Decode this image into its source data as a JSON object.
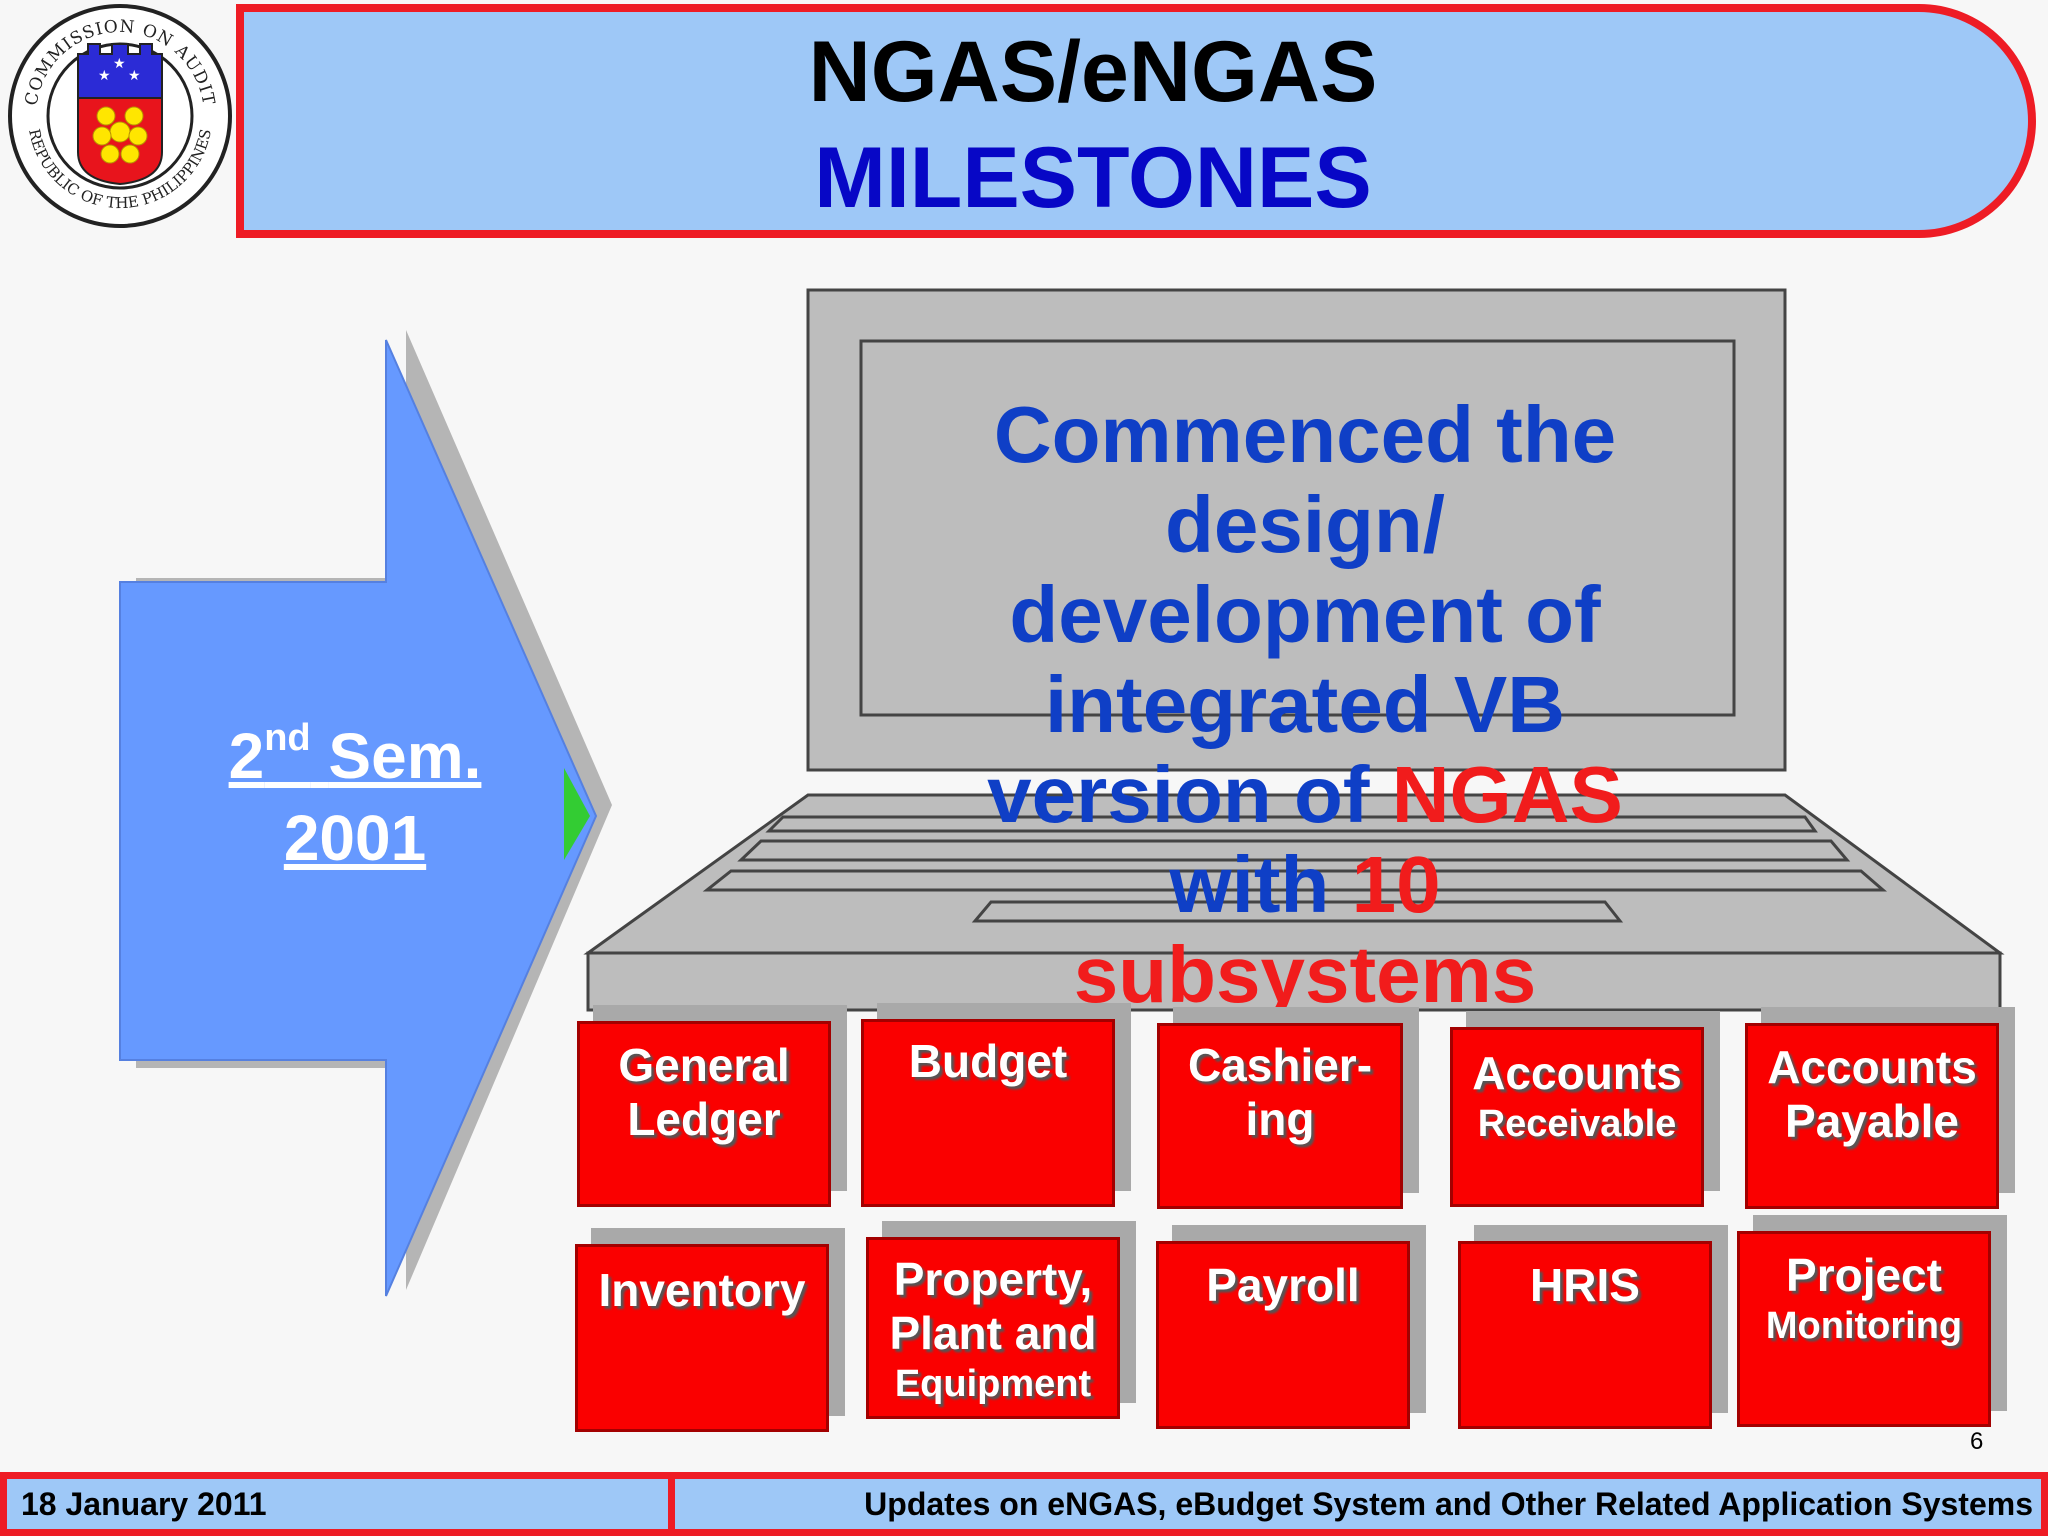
{
  "seal": {
    "ring_top": "COMMISSION ON AUDIT",
    "ring_bottom": "REPUBLIC OF THE PHILIPPINES"
  },
  "header": {
    "title_line1": "NGAS/eNGAS",
    "title_line2": "MILESTONES"
  },
  "milestone": {
    "ordinal": "2",
    "ordinal_suffix": "nd",
    "period": "Sem.",
    "year": "2001"
  },
  "screen": {
    "part1": "Commenced the design/ development of integrated VB version of ",
    "ngas": "NGAS",
    "part2": " with ",
    "count": "10",
    "subsystems": "subsystems"
  },
  "subsystems_row1": [
    {
      "line1": "General",
      "line2": "Ledger"
    },
    {
      "line1": "Budget",
      "line2": ""
    },
    {
      "line1": "Cashier-",
      "line2": "ing"
    },
    {
      "line1": "Accounts",
      "line2": "Receivable"
    },
    {
      "line1": "Accounts",
      "line2": "Payable"
    }
  ],
  "subsystems_row2": [
    {
      "line1": "Inventory",
      "line2": ""
    },
    {
      "line1": "Property,",
      "line2": "Plant and",
      "line3": "Equipment"
    },
    {
      "line1": "Payroll",
      "line2": ""
    },
    {
      "line1": "HRIS",
      "line2": ""
    },
    {
      "line1": "Project",
      "line2": "Monitoring"
    }
  ],
  "footer": {
    "date": "18 January 2011",
    "presentation_title": "Updates on eNGAS, eBudget System and Other Related Application Systems",
    "page": "6"
  },
  "colors": {
    "banner_fill": "#9ec8f7",
    "banner_border": "#ee1c25",
    "arrow_fill": "#6699ff",
    "tile_fill": "#fa0000",
    "screen_text_blue": "#0f3fc6"
  }
}
